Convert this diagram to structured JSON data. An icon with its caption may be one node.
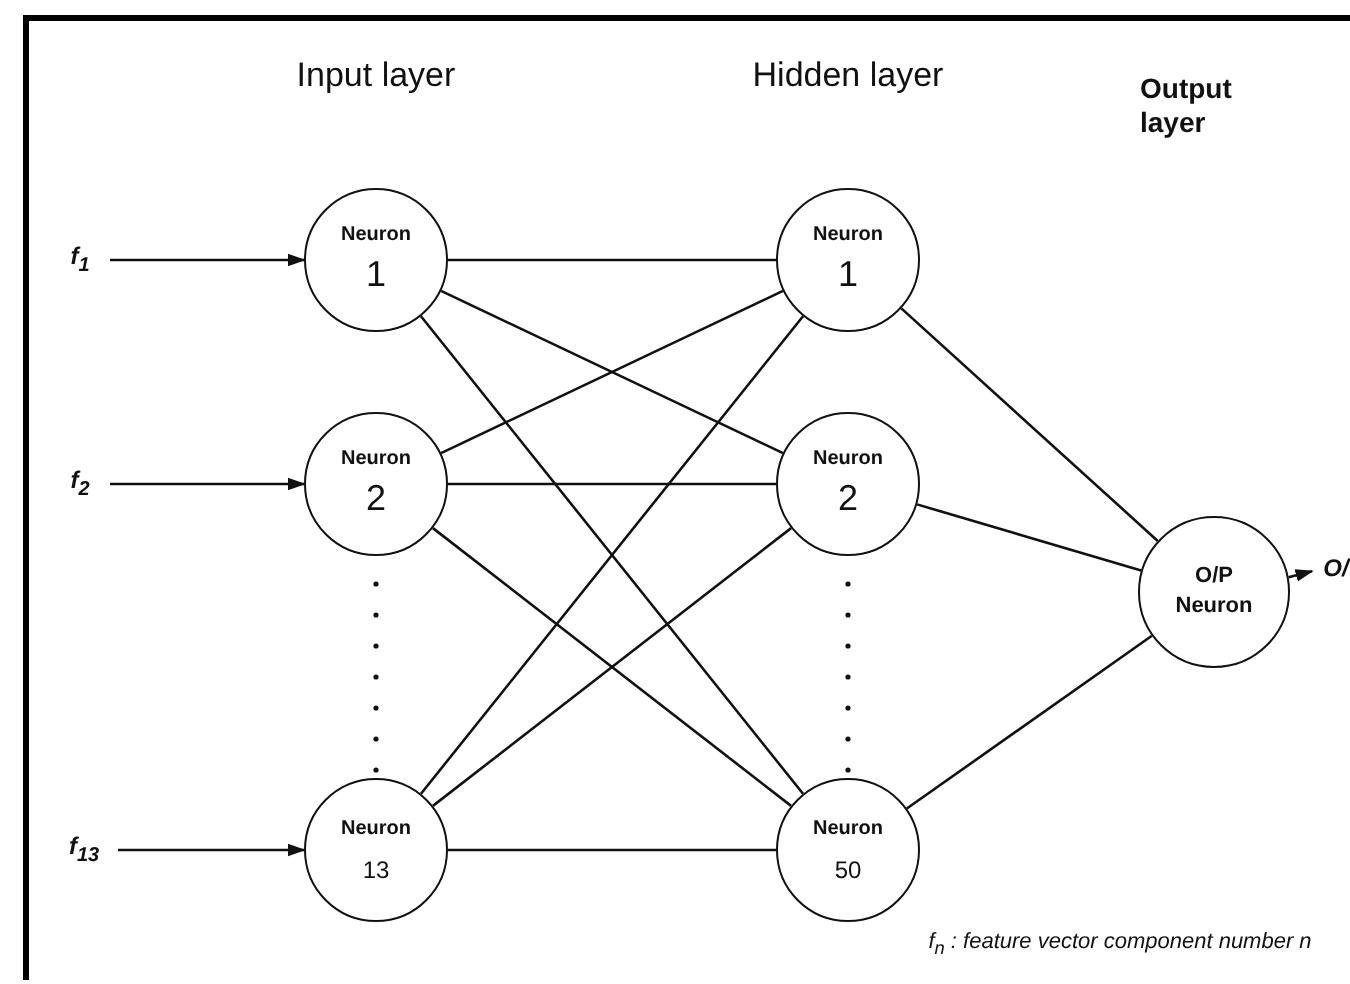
{
  "diagram": {
    "nodes": [
      {
        "text": [
          "f$_{1}$"
        ]
      },
      {
        "text": [
          "f$_{2}$"
        ]
      },
      {
        "text": [
          "f$_{13}$"
        ]
      },
      {
        "text": [
          "Neuron",
          "1"
        ]
      },
      {
        "text": [
          "Neuron",
          "2"
        ]
      },
      {
        "text": [
          "Neuron",
          "13"
        ]
      },
      {
        "text": [
          "Neuron",
          "1"
        ]
      },
      {
        "text": [
          "Neuron",
          "2"
        ]
      },
      {
        "text": [
          "Neuron",
          "50"
        ]
      },
      {
        "text": [
          "O/P Neuron"
        ]
      },
      {
        "text": [
          "O/"
        ]
      }
    ],
    "edges": [
      {
        "from": 0,
        "to": 3,
        "arrow": "to"
      },
      {
        "from": 1,
        "to": 4,
        "arrow": "to"
      },
      {
        "from": 2,
        "to": 5,
        "arrow": "to"
      },
      {
        "from": 3,
        "to": 6,
        "arrow": "none"
      },
      {
        "from": 3,
        "to": 7,
        "arrow": "none"
      },
      {
        "from": 3,
        "to": 8,
        "arrow": "none"
      },
      {
        "from": 4,
        "to": 6,
        "arrow": "none"
      },
      {
        "from": 4,
        "to": 7,
        "arrow": "none"
      },
      {
        "from": 4,
        "to": 8,
        "arrow": "none"
      },
      {
        "from": 5,
        "to": 6,
        "arrow": "none"
      },
      {
        "from": 5,
        "to": 7,
        "arrow": "none"
      },
      {
        "from": 5,
        "to": 8,
        "arrow": "none"
      },
      {
        "from": 6,
        "to": 9,
        "arrow": "none"
      },
      {
        "from": 7,
        "to": 9,
        "arrow": "none"
      },
      {
        "from": 8,
        "to": 9,
        "arrow": "none"
      },
      {
        "from": 9,
        "to": 10,
        "arrow": "to"
      }
    ],
    "labels": [
      "Input layer",
      "Hidden layer",
      "Output layer",
      "f$_{n}$ : feature vector component number n"
    ]
  }
}
